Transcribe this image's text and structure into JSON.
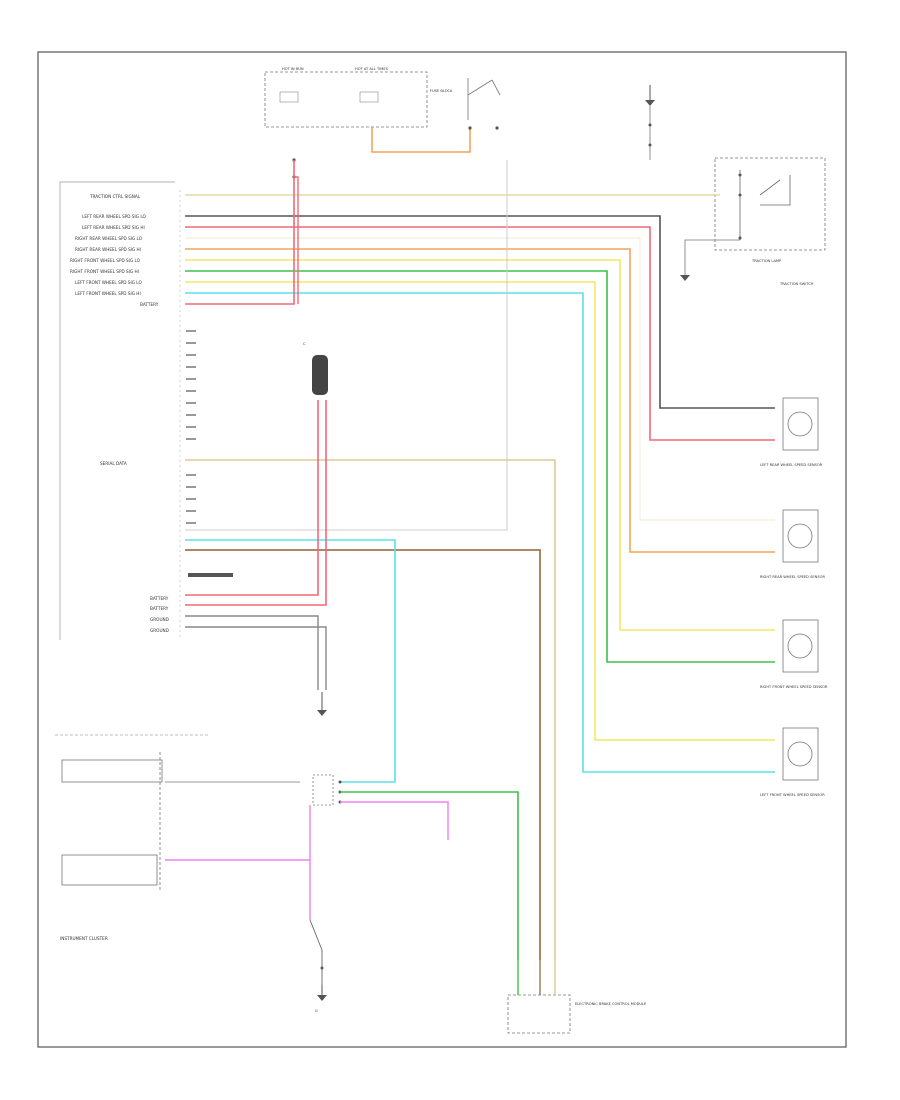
{
  "diagram": {
    "border_color": "#555555",
    "wire_colors": {
      "red": "#f06a78",
      "pink": "#f4a0a8",
      "orange": "#f6a45a",
      "yellow": "#f4e860",
      "light_yellow": "#f7f0a0",
      "green": "#3ec24a",
      "light_green": "#9ee09e",
      "cyan": "#5ce0e8",
      "tan": "#c8a878",
      "brown": "#a07850",
      "dark_gray": "#555555",
      "gray": "#9a9a9a",
      "magenta": "#f080f0",
      "beige": "#e8d8a0"
    },
    "module_connector_labels": [
      "TRACTION CTRL SIGNAL",
      "",
      "LEFT REAR WHEEL SPD SIG LO",
      "LEFT REAR WHEEL SPD SIG HI",
      "RIGHT REAR WHEEL SPD SIG LO",
      "RIGHT REAR WHEEL SPD SIG HI",
      "RIGHT FRONT WHEEL SPD SIG LO",
      "RIGHT FRONT WHEEL SPD SIG HI",
      "LEFT FRONT WHEEL SPD SIG LO",
      "LEFT FRONT WHEEL SPD SIG HI",
      "BATTERY"
    ],
    "lower_connector_labels": [
      "SERIAL DATA",
      "BATTERY",
      "BATTERY",
      "GROUND",
      "GROUND"
    ],
    "component_labels": {
      "hot_in_run": "HOT IN RUN",
      "hot_at_all_times": "HOT AT ALL TIMES",
      "fuse_block": "FUSE BLOCK",
      "instrument_cluster": "INSTRUMENT CLUSTER",
      "left_rear_sensor": "LEFT REAR WHEEL SPEED SENSOR",
      "right_rear_sensor": "RIGHT REAR WHEEL SPEED SENSOR",
      "right_front_sensor": "RIGHT FRONT WHEEL SPEED SENSOR",
      "left_front_sensor": "LEFT FRONT WHEEL SPEED SENSOR",
      "traction_lamp": "TRACTION LAMP",
      "traction_switch": "TRACTION SWITCH",
      "ebcm": "ELECTRONIC BRAKE CONTROL MODULE",
      "ground_point": "G"
    }
  }
}
